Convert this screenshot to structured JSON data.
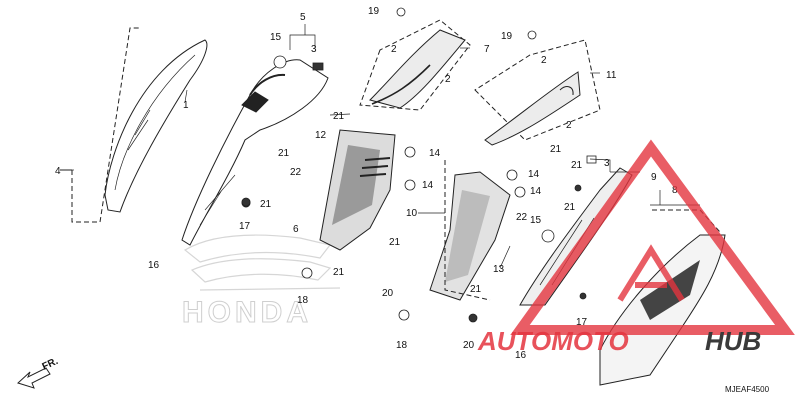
{
  "diagram": {
    "part_labels": [
      {
        "key": "p1",
        "text": "1"
      },
      {
        "key": "p2a",
        "text": "2"
      },
      {
        "key": "p2b",
        "text": "2"
      },
      {
        "key": "p2c",
        "text": "2"
      },
      {
        "key": "p2d",
        "text": "2"
      },
      {
        "key": "p3a",
        "text": "3"
      },
      {
        "key": "p3b",
        "text": "3"
      },
      {
        "key": "p4",
        "text": "4"
      },
      {
        "key": "p5",
        "text": "5"
      },
      {
        "key": "p6",
        "text": "6"
      },
      {
        "key": "p7",
        "text": "7"
      },
      {
        "key": "p8",
        "text": "8"
      },
      {
        "key": "p9",
        "text": "9"
      },
      {
        "key": "p10",
        "text": "10"
      },
      {
        "key": "p11",
        "text": "11"
      },
      {
        "key": "p12",
        "text": "12"
      },
      {
        "key": "p13",
        "text": "13"
      },
      {
        "key": "p14a",
        "text": "14"
      },
      {
        "key": "p14b",
        "text": "14"
      },
      {
        "key": "p14c",
        "text": "14"
      },
      {
        "key": "p14d",
        "text": "14"
      },
      {
        "key": "p15a",
        "text": "15"
      },
      {
        "key": "p15b",
        "text": "15"
      },
      {
        "key": "p16a",
        "text": "16"
      },
      {
        "key": "p16b",
        "text": "16"
      },
      {
        "key": "p17a",
        "text": "17"
      },
      {
        "key": "p17b",
        "text": "17"
      },
      {
        "key": "p18a",
        "text": "18"
      },
      {
        "key": "p18b",
        "text": "18"
      },
      {
        "key": "p19a",
        "text": "19"
      },
      {
        "key": "p19b",
        "text": "19"
      },
      {
        "key": "p20a",
        "text": "20"
      },
      {
        "key": "p20b",
        "text": "20"
      },
      {
        "key": "p21a",
        "text": "21"
      },
      {
        "key": "p21b",
        "text": "21"
      },
      {
        "key": "p21c",
        "text": "21"
      },
      {
        "key": "p21d",
        "text": "21"
      },
      {
        "key": "p21e",
        "text": "21"
      },
      {
        "key": "p21f",
        "text": "21"
      },
      {
        "key": "p21g",
        "text": "21"
      },
      {
        "key": "p21h",
        "text": "21"
      },
      {
        "key": "p21i",
        "text": "21"
      },
      {
        "key": "p22a",
        "text": "22"
      },
      {
        "key": "p22b",
        "text": "22"
      }
    ],
    "front_arrow_label": "FR.",
    "diagram_code": "MJEAF4500",
    "brand_background_text": "HONDA"
  },
  "watermark": {
    "text_part1": "AUTOMOTO",
    "text_part2": "HUB",
    "accent_color": "#e4353f",
    "dark_color": "#3a3a3a"
  }
}
